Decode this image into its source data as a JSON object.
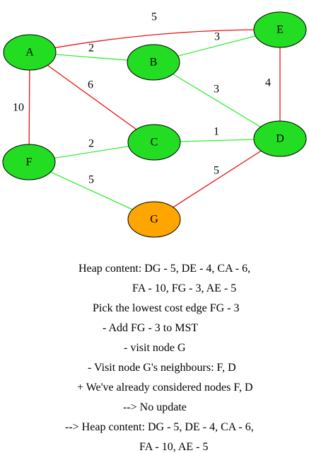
{
  "colors": {
    "mst_edge": "#33ee33",
    "candidate_edge": "#ee1111",
    "visited_node": "#22dd22",
    "current_node": "#ffa500",
    "node_stroke": "#000000"
  },
  "graph": {
    "nodes": [
      {
        "id": "A",
        "label": "A",
        "state": "visited"
      },
      {
        "id": "B",
        "label": "B",
        "state": "visited"
      },
      {
        "id": "C",
        "label": "C",
        "state": "visited"
      },
      {
        "id": "D",
        "label": "D",
        "state": "visited"
      },
      {
        "id": "E",
        "label": "E",
        "state": "visited"
      },
      {
        "id": "F",
        "label": "F",
        "state": "visited"
      },
      {
        "id": "G",
        "label": "G",
        "state": "current"
      }
    ],
    "edges": [
      {
        "from": "A",
        "to": "E",
        "weight": "5",
        "status": "candidate"
      },
      {
        "from": "A",
        "to": "B",
        "weight": "2",
        "status": "mst"
      },
      {
        "from": "B",
        "to": "E",
        "weight": "3",
        "status": "mst"
      },
      {
        "from": "A",
        "to": "C",
        "weight": "6",
        "status": "candidate"
      },
      {
        "from": "B",
        "to": "D",
        "weight": "3",
        "status": "mst"
      },
      {
        "from": "E",
        "to": "D",
        "weight": "4",
        "status": "candidate"
      },
      {
        "from": "A",
        "to": "F",
        "weight": "10",
        "status": "candidate"
      },
      {
        "from": "C",
        "to": "D",
        "weight": "1",
        "status": "mst"
      },
      {
        "from": "F",
        "to": "C",
        "weight": "2",
        "status": "mst"
      },
      {
        "from": "F",
        "to": "G",
        "weight": "5",
        "status": "mst"
      },
      {
        "from": "D",
        "to": "G",
        "weight": "5",
        "status": "candidate"
      }
    ]
  },
  "log": [
    "Heap content: DG - 5, DE - 4, CA - 6,",
    "FA - 10, FG - 3, AE - 5",
    "Pick the lowest cost edge FG - 3",
    "- Add FG - 3 to MST",
    "- visit node G",
    "- Visit node G's neighbours: F, D",
    "+ We've already considered nodes F, D",
    "--> No update",
    "--> Heap content: DG - 5, DE - 4, CA - 6,",
    "FA - 10, AE - 5"
  ]
}
